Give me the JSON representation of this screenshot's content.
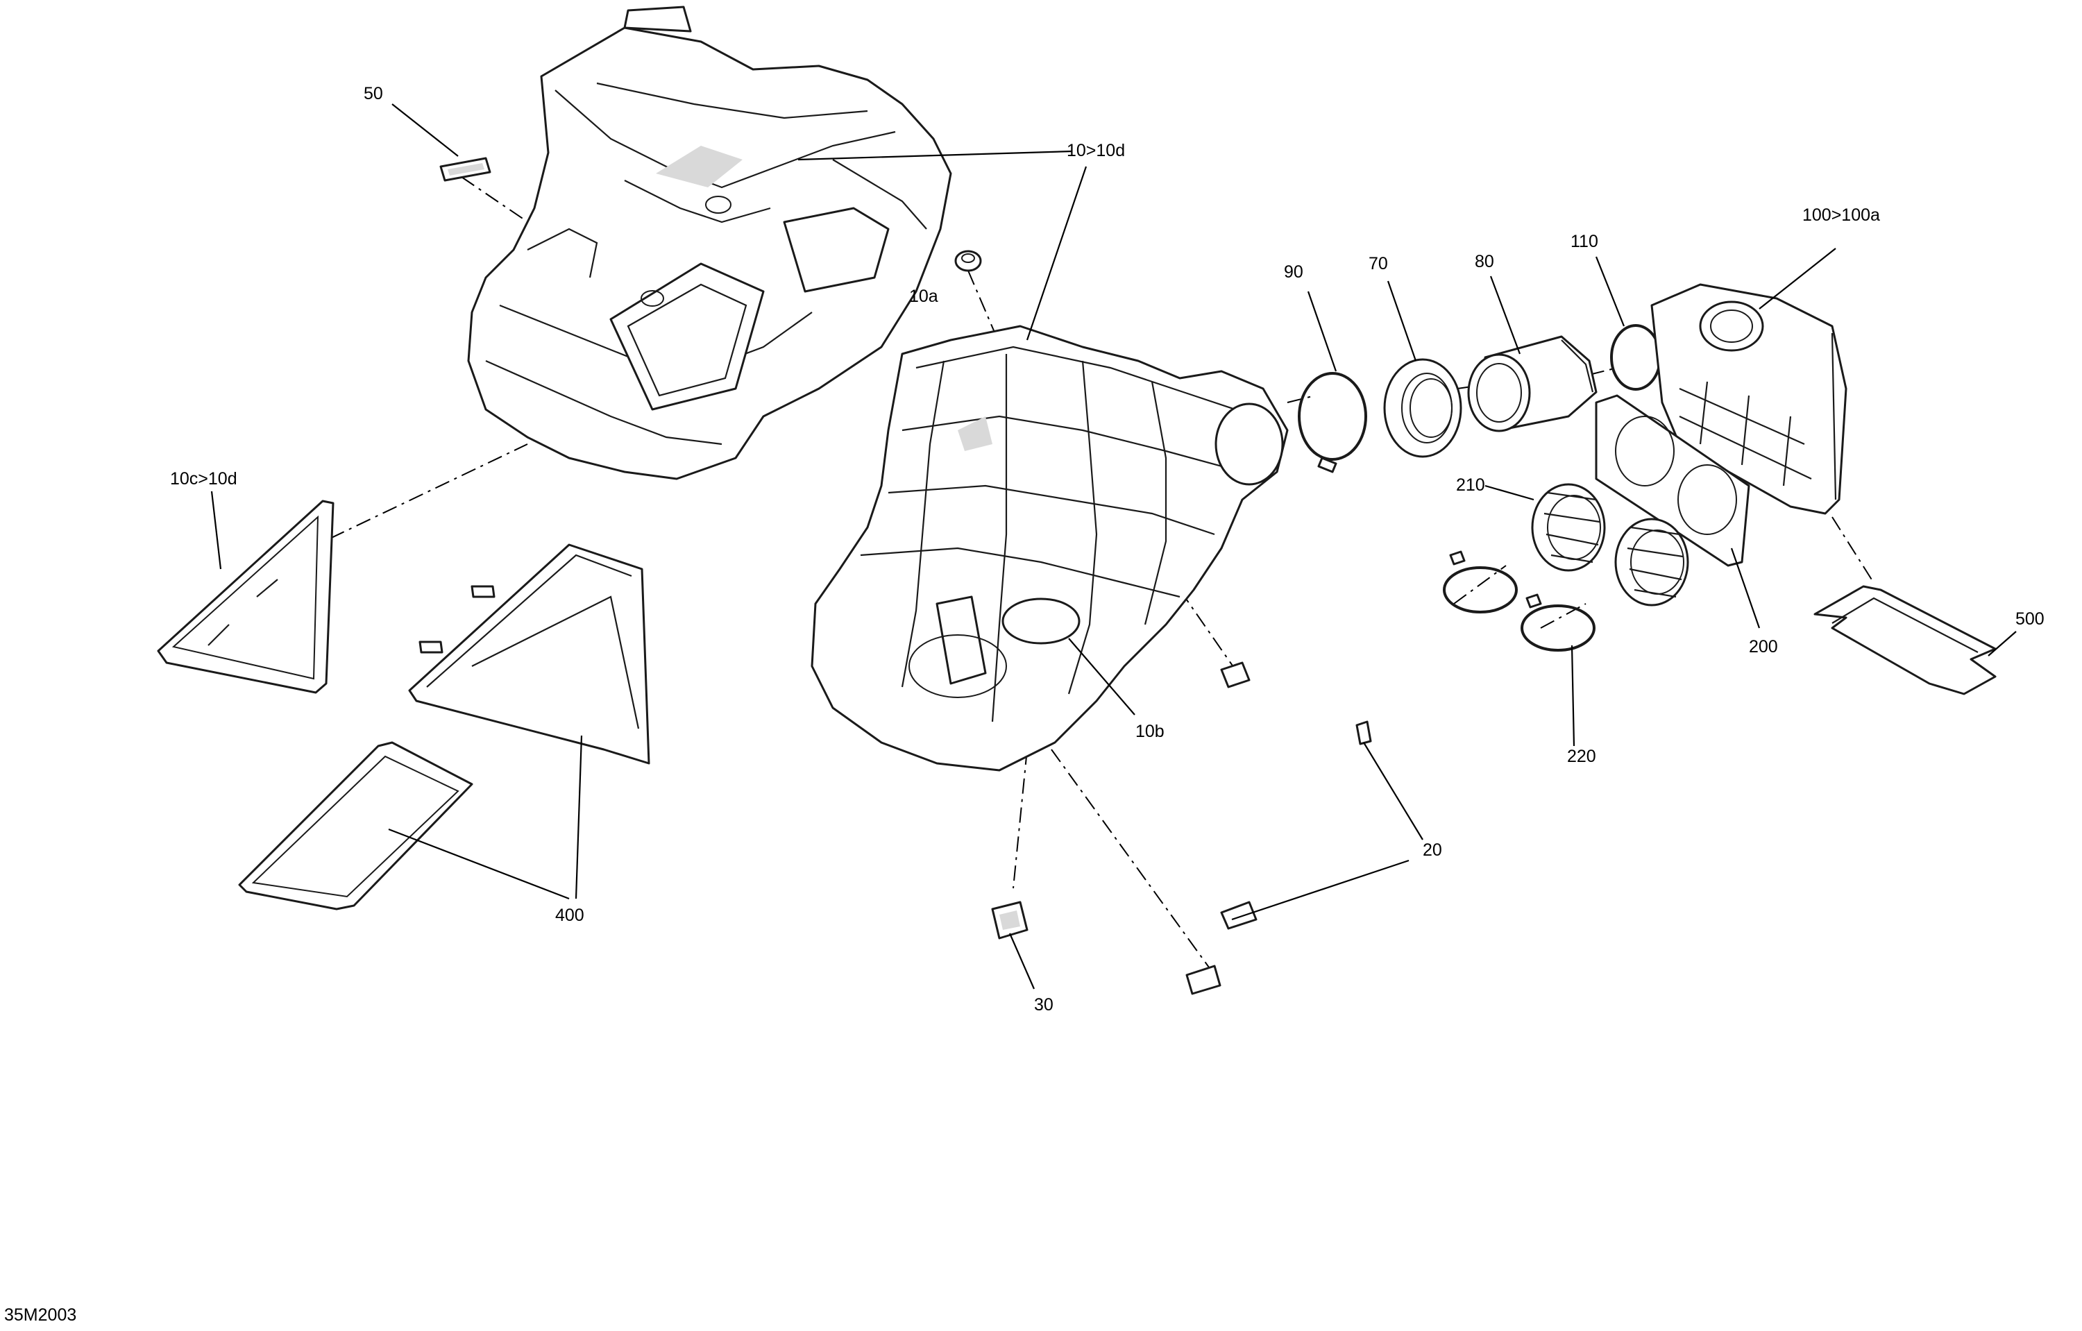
{
  "figure": {
    "id_code": "35M2003"
  },
  "callouts": {
    "c50": "50",
    "c10_10d": "10>10d",
    "c10a": "10a",
    "c10c_10d": "10c>10d",
    "c10b": "10b",
    "c400": "400",
    "c30": "30",
    "c20": "20",
    "c90": "90",
    "c70": "70",
    "c80": "80",
    "c110": "110",
    "c100_100a": "100>100a",
    "c210": "210",
    "c200": "200",
    "c220": "220",
    "c500": "500"
  },
  "colors": {
    "line": "#1a1a1a",
    "background": "#ffffff",
    "shading": "#d9d9d9"
  }
}
